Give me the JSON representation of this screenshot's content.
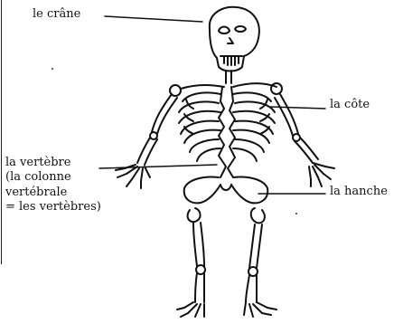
{
  "labels": {
    "skull": "le crâne",
    "rib": "la côte",
    "vertebra": {
      "line1": "la vertèbre",
      "line2": "(la colonne",
      "line3": "vertébrale",
      "line4": "= les vertèbres)"
    },
    "hip": "la hanche"
  },
  "icons": {
    "skeleton": "skeleton-illustration"
  }
}
